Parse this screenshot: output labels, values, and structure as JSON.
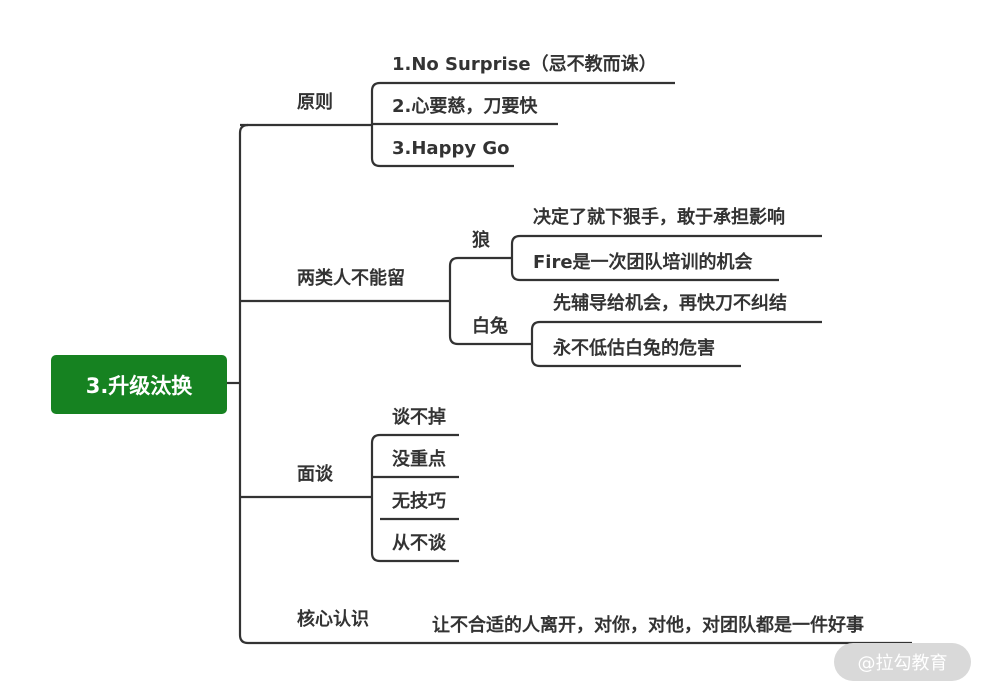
{
  "root": {
    "label": "3.升级汰换",
    "color": "#168221"
  },
  "branches": {
    "principles": {
      "label": "原则",
      "items": [
        "1.No Surprise（忌不教而诛）",
        "2.心要慈，刀要快",
        "3.Happy Go"
      ]
    },
    "two_types": {
      "label": "两类人不能留",
      "wolf": {
        "label": "狼",
        "items": [
          "决定了就下狠手，敢于承担影响",
          "Fire是一次团队培训的机会"
        ]
      },
      "rabbit": {
        "label": "白兔",
        "items": [
          "先辅导给机会，再快刀不纠结",
          "永不低估白兔的危害"
        ]
      }
    },
    "interview": {
      "label": "面谈",
      "items": [
        "谈不掉",
        "没重点",
        "无技巧",
        "从不谈"
      ]
    },
    "core": {
      "label": "核心认识",
      "item": "让不合适的人离开，对你，对他，对团队都是一件好事"
    }
  },
  "watermark": "@拉勾教育",
  "line_color": "#333333"
}
